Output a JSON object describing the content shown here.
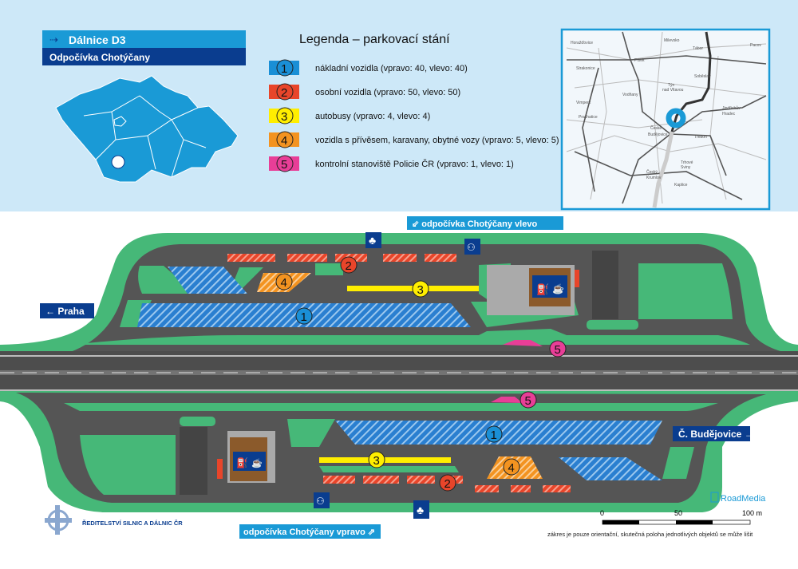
{
  "header": {
    "highway": "Dálnice D3",
    "rest_area": "Odpočívka Chotýčany",
    "arrow_icon": "arrow-right-icon"
  },
  "legend": {
    "title": "Legenda – parkovací stání",
    "items": [
      {
        "num": "1",
        "label": "nákladní vozidla (vpravo: 40, vlevo: 40)",
        "color": "#1a8fd6"
      },
      {
        "num": "2",
        "label": "osobní vozidla (vpravo: 50, vlevo: 50)",
        "color": "#e8452a"
      },
      {
        "num": "3",
        "label": "autobusy (vpravo: 4, vlevo: 4)",
        "color": "#ffee00"
      },
      {
        "num": "4",
        "label": "vozidla s přívěsem, karavany, obytné vozy (vpravo: 5, vlevo: 5)",
        "color": "#f39320"
      },
      {
        "num": "5",
        "label": "kontrolní stanoviště Policie ČR (vpravo: 1, vlevo: 1)",
        "color": "#e83e97"
      }
    ]
  },
  "inset_map": {
    "towns": [
      "Horažďovice",
      "Milevsko",
      "Tábor",
      "Pacov",
      "Písek",
      "Strakonice",
      "Soběslav",
      "Týn",
      "nad Vltavou",
      "Vodňany",
      "Vimperk",
      "Prachatice",
      "Jindřichův",
      "Hradec",
      "České",
      "Budějovice",
      "Třeboň",
      "Trhové",
      "Sviny",
      "Český",
      "Krumlov",
      "Kaplice"
    ]
  },
  "plan": {
    "left_label": "odpočívka Chotýčany vlevo",
    "right_label": "odpočívka Chotýčany vpravo",
    "dir_praha": "← Praha",
    "dir_budejovice": "Č. Budějovice →"
  },
  "footer": {
    "authority": "ŘEDITELSTVÍ SILNIC A DÁLNIC ČR",
    "brand": "RoadMedia",
    "scale": [
      "0",
      "50",
      "100 m"
    ],
    "note": "zákres je pouze orientační, skutečná poloha jednotlivých objektů se může lišit"
  }
}
